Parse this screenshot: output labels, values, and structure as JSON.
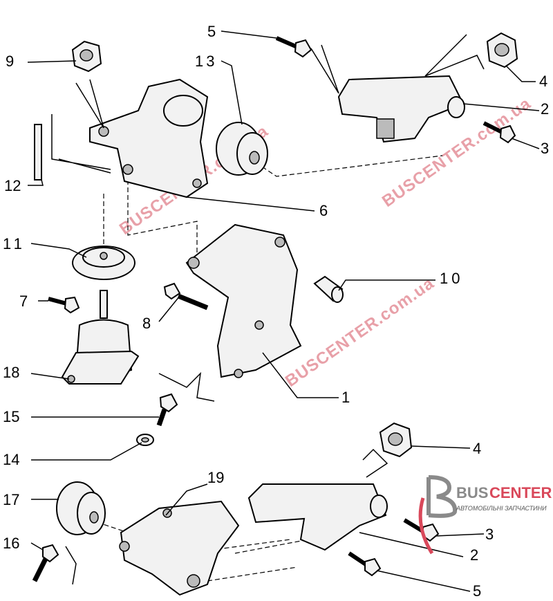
{
  "diagram": {
    "title": "Engine mounts exploded view",
    "callouts": [
      "1",
      "2",
      "2",
      "3",
      "3",
      "4",
      "4",
      "5",
      "5",
      "6",
      "7",
      "8",
      "9",
      "10",
      "11",
      "12",
      "13",
      "14",
      "15",
      "16",
      "17",
      "18",
      "19"
    ]
  },
  "watermark": {
    "text": "BUSCENTER.com.ua"
  },
  "logo": {
    "bus": "BUS",
    "center": "CENTER",
    "tagline": "АВТОМОБІЛЬНІ ЗАПЧАСТИНИ"
  },
  "colors": {
    "watermark": "#e8a0a8",
    "logo_red": "#d9485a",
    "logo_gray": "#8a8a8a"
  }
}
